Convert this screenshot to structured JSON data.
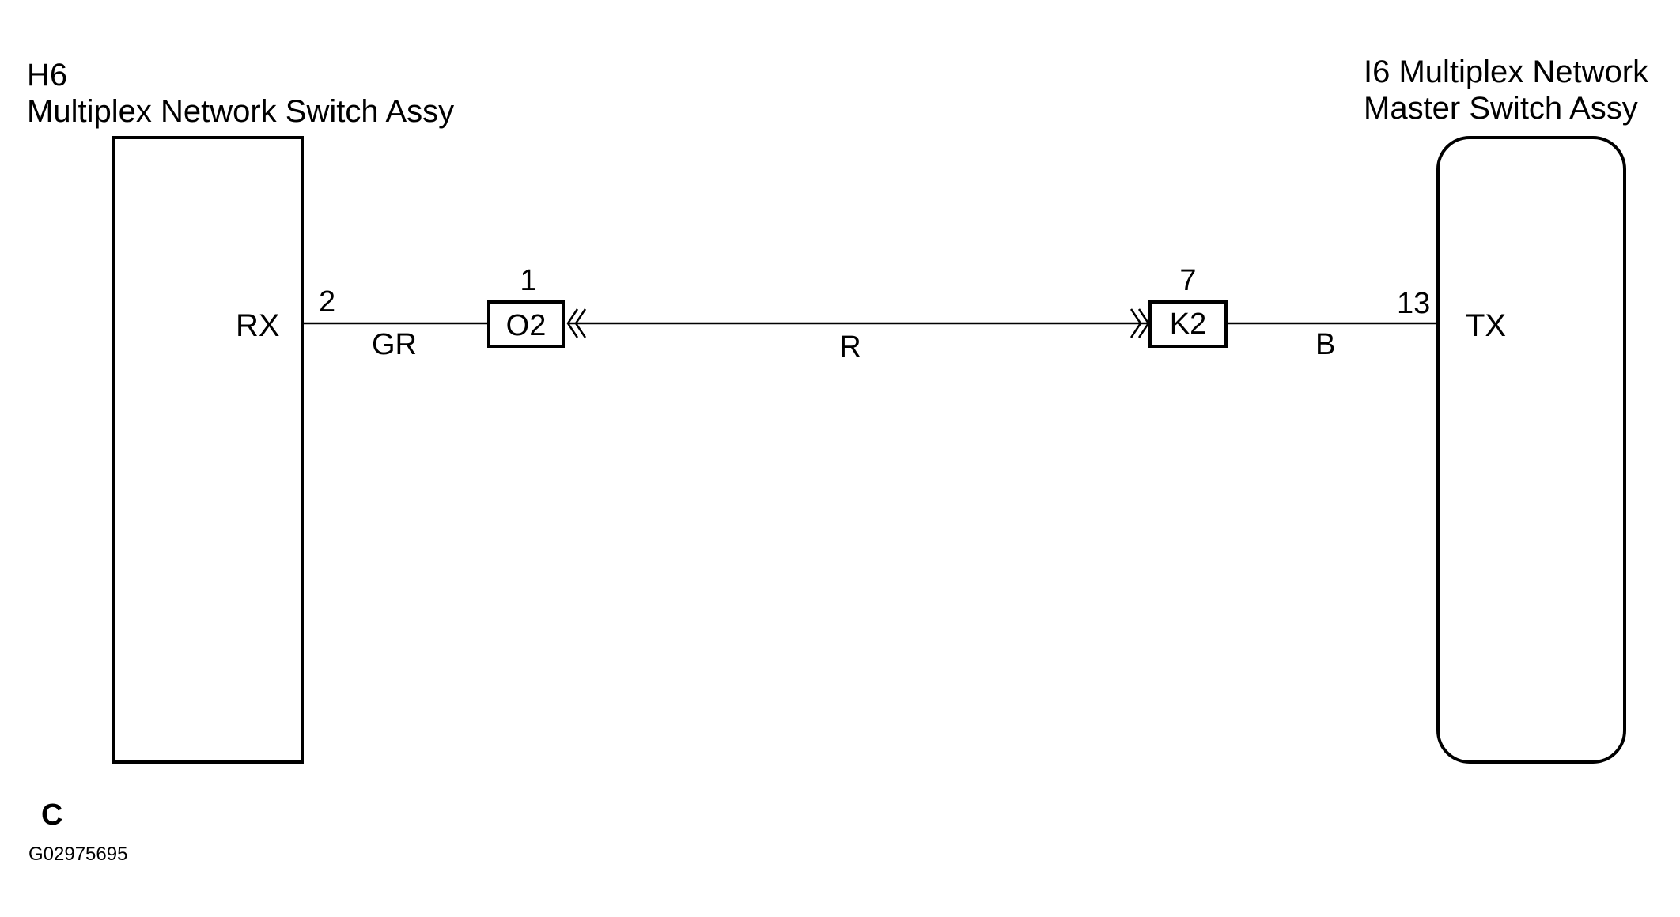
{
  "left_component": {
    "code": "H6",
    "name": "Multiplex Network Switch Assy",
    "terminal_label": "RX",
    "pin": "2"
  },
  "right_component": {
    "title_line1": "I6 Multiplex Network",
    "title_line2": "Master Switch Assy",
    "terminal_label": "TX",
    "pin": "13"
  },
  "connector_left": {
    "code": "O2",
    "pin": "1"
  },
  "connector_right": {
    "code": "K2",
    "pin": "7"
  },
  "wires": {
    "left_color": "GR",
    "middle_color": "R",
    "right_color": "B"
  },
  "footer": {
    "section": "C",
    "figure_id": "G02975695"
  }
}
